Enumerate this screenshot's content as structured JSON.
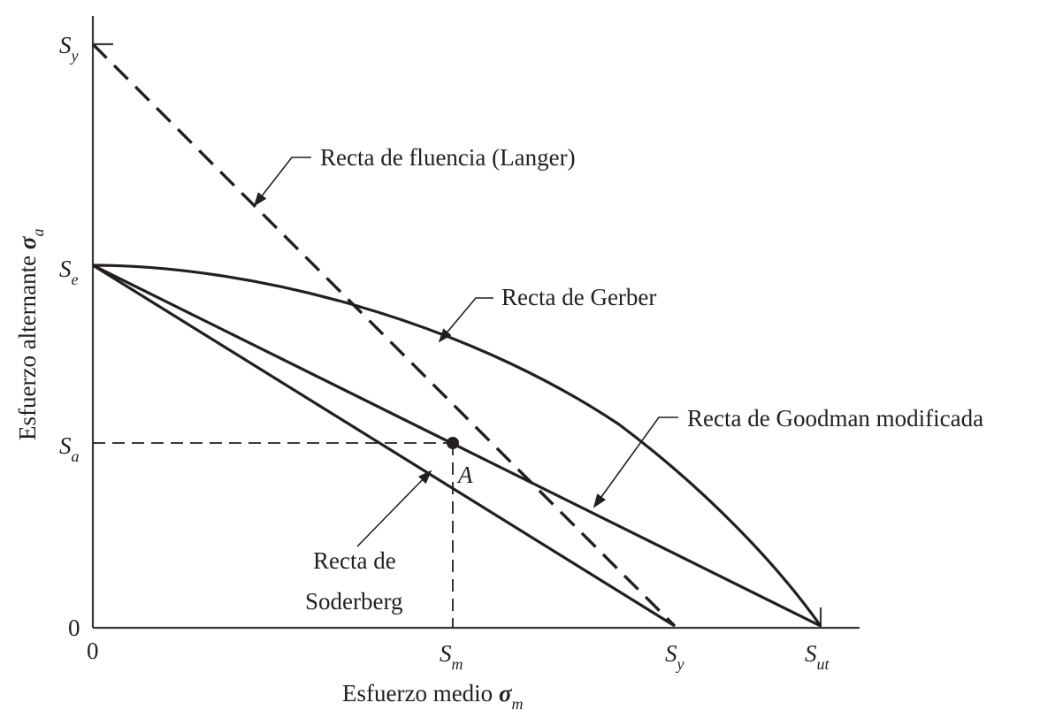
{
  "axes": {
    "x_title": "Esfuerzo medio",
    "x_symbol": "σ",
    "x_symbol_sub": "m",
    "y_title": "Esfuerzo alternante",
    "y_symbol": "σ",
    "y_symbol_sub": "a"
  },
  "y_ticks": {
    "origin": "0",
    "sa": {
      "main": "S",
      "sub": "a"
    },
    "se": {
      "main": "S",
      "sub": "e"
    },
    "sy": {
      "main": "S",
      "sub": "y"
    }
  },
  "x_ticks": {
    "origin": "0",
    "sm": {
      "main": "S",
      "sub": "m"
    },
    "sy": {
      "main": "S",
      "sub": "y"
    },
    "sut": {
      "main": "S",
      "sub": "ut"
    }
  },
  "labels": {
    "langer": "Recta de fluencia (Langer)",
    "gerber": "Recta de Gerber",
    "goodman": "Recta de Goodman modificada",
    "soderberg_line1": "Recta de",
    "soderberg_line2": "Soderberg",
    "point_a": "A"
  }
}
